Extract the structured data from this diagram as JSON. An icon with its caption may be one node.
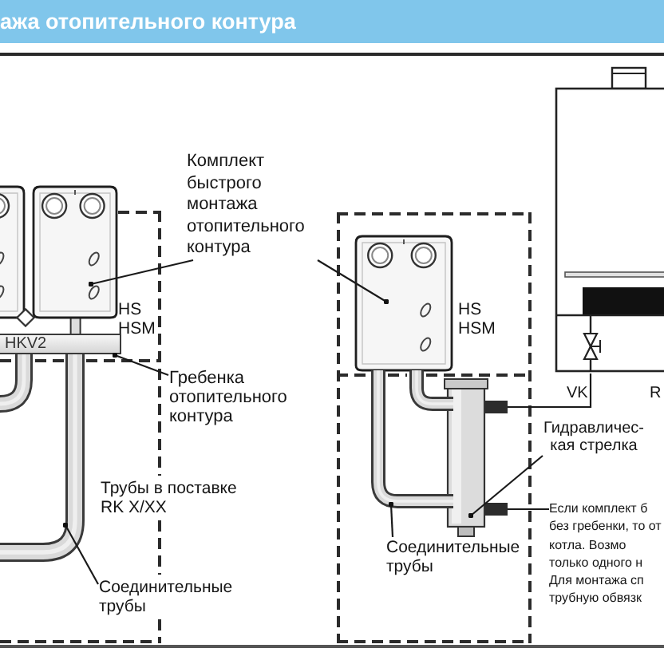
{
  "diagram": {
    "title": "ажа отопительного контура",
    "nodes": [
      {
        "text": [],
        "shape": "box"
      },
      {
        "text": [
          "Комплект быстрого монтажа отопительного контура"
        ]
      },
      {
        "text": [],
        "shape": "picture",
        "beside": [
          "HS HSM"
        ]
      },
      {
        "text": [],
        "shape": "box"
      },
      {
        "text": [],
        "shape": "picture",
        "in": 3,
        "beside": [
          "HS HSM"
        ]
      },
      {
        "text": [
          "HKV2"
        ],
        "in": 0
      },
      {
        "text": [
          "Гребенка отопительного контура"
        ]
      },
      {
        "text": [],
        "shape": "picture",
        "in": 3
      },
      {
        "text": [
          "Гидравличес- кая стрелка"
        ]
      },
      {
        "text": [],
        "shape": "picture",
        "in": 0
      },
      {
        "text": [],
        "shape": "picture",
        "in": 3
      },
      {
        "text": [
          "Соединительные трубы"
        ]
      },
      {
        "text": [
          "Соединительные трубы"
        ],
        "in": 3
      },
      {
        "text": [],
        "shape": "picture"
      },
      {
        "text": [
          "Если комплект б без гребенки, то от котла. Возмо только одного н Для монтажа сп трубную обвязк"
        ]
      }
    ],
    "edges": [
      {
        "from": 1,
        "to": 2,
        "arrow": "other"
      },
      {
        "from": 1,
        "to": 4,
        "arrow": "other"
      },
      {
        "from": 6,
        "to": 5,
        "arrow": "other"
      },
      {
        "from": 8,
        "to": 7,
        "arrow": "other"
      },
      {
        "from": 11,
        "to": 9,
        "arrow": "other"
      },
      {
        "from": 12,
        "to": 10,
        "arrow": "other"
      },
      {
        "from": 13,
        "to": 7,
        "arrow": "none"
      },
      {
        "from": 14,
        "to": 7,
        "arrow": "none"
      }
    ],
    "labels": [
      "VK",
      "R",
      "Трубы в поставке RK X/XX"
    ]
  }
}
